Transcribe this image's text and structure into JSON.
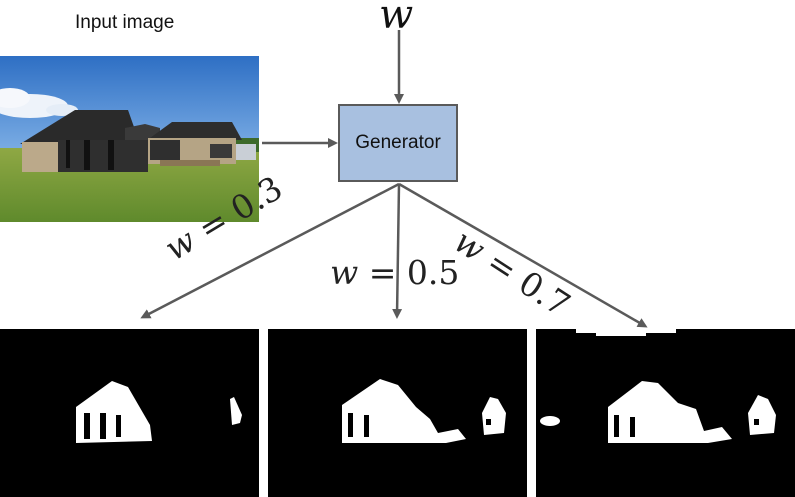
{
  "input_label": "Input image",
  "top_variable": "w",
  "generator_label": "Generator",
  "outputs": [
    {
      "variable": "w",
      "equals": "=",
      "value": "0.3"
    },
    {
      "variable": "w",
      "equals": "=",
      "value": "0.5"
    },
    {
      "variable": "w",
      "equals": "=",
      "value": "0.7"
    }
  ],
  "colors": {
    "generator_fill": "#a8c0e0",
    "arrow": "#5a5a5a",
    "mask_background": "#000000",
    "mask_foreground": "#ffffff"
  }
}
